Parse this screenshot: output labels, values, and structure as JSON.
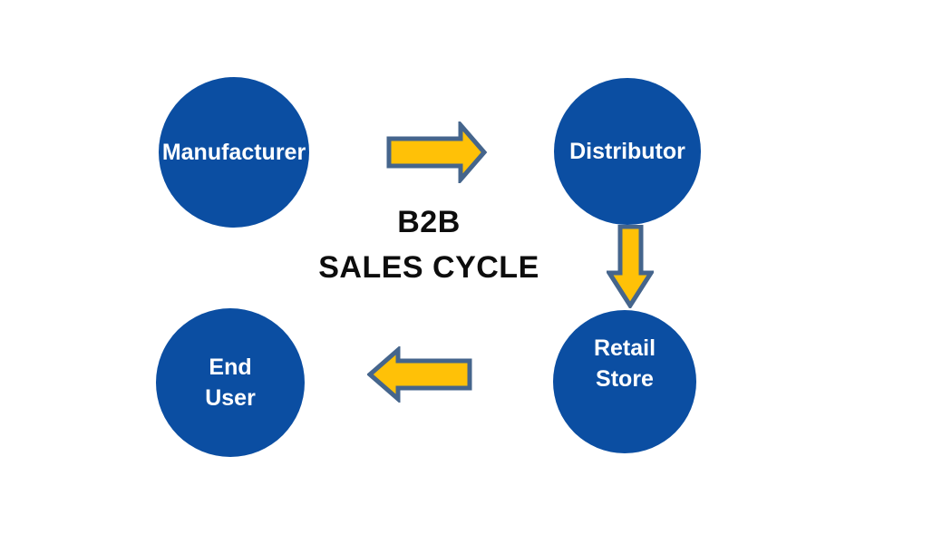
{
  "title": {
    "line1": "B2B",
    "line2": "SALES CYCLE"
  },
  "nodes": {
    "manufacturer": {
      "label": "Manufacturer"
    },
    "distributor": {
      "label": "Distributor"
    },
    "retail_store": {
      "line1": "Retail",
      "line2": "Store"
    },
    "end_user": {
      "line1": "End",
      "line2": "User"
    }
  },
  "edges": [
    {
      "from": "Manufacturer",
      "to": "Distributor",
      "direction": "right"
    },
    {
      "from": "Distributor",
      "to": "Retail Store",
      "direction": "down"
    },
    {
      "from": "Retail Store",
      "to": "End User",
      "direction": "left"
    }
  ],
  "colors": {
    "background": "#FFFFFF",
    "node_fill": "#0B4EA2",
    "node_text": "#FFFFFF",
    "arrow_fill": "#FFC107",
    "arrow_stroke": "#45658C",
    "title_text": "#0D0D0D"
  }
}
